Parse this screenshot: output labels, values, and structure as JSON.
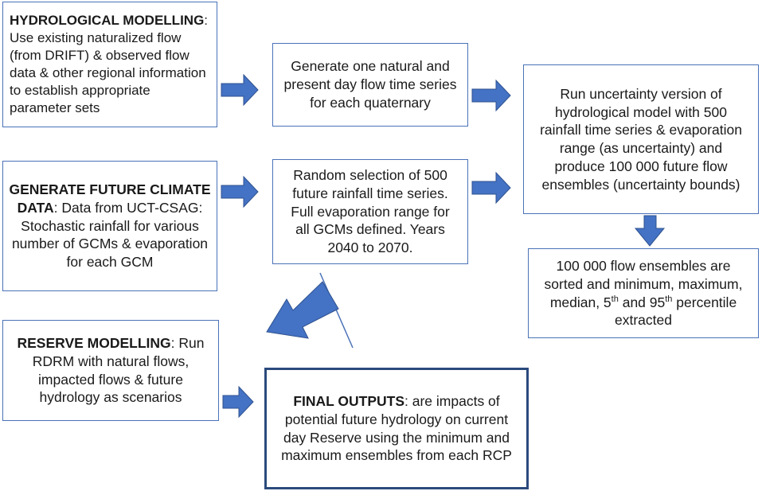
{
  "boxes": {
    "hydro": {
      "lead": "HYDROLOGICAL MODELLING",
      "text": ": Use existing naturalized flow (from DRIFT) & observed flow data & other regional information to establish appropriate parameter sets"
    },
    "generate_flow": {
      "text": "Generate one natural and present day flow time series for each quaternary"
    },
    "uncertainty": {
      "text": "Run uncertainty version of hydrological model with 500 rainfall time series & evaporation range (as uncertainty) and produce 100 000  future flow ensembles (uncertainty bounds)"
    },
    "climate": {
      "lead": "GENERATE FUTURE CLIMATE DATA",
      "text": ": Data from UCT-CSAG: Stochastic rainfall for various number of GCMs & evaporation for each GCM"
    },
    "random": {
      "text": "Random selection of 500 future rainfall time series. Full evaporation range for all GCMs defined. Years 2040 to 2070."
    },
    "ensembles": {
      "text_a": "100 000 flow ensembles are sorted and minimum, maximum, median, 5",
      "sup_a": "th",
      "text_b": " and 95",
      "sup_b": "th",
      "text_c": " percentile extracted"
    },
    "reserve": {
      "lead": "RESERVE MODELLING",
      "text": ": Run RDRM with natural flows, impacted flows & future hydrology as scenarios"
    },
    "final": {
      "lead": "FINAL OUTPUTS",
      "text": ":  are impacts of potential future hydrology on current day Reserve using the minimum and maximum ensembles from each RCP"
    }
  },
  "colors": {
    "arrow_fill": "#4472c4",
    "arrow_stroke": "#2f528f",
    "box_border": "#4a72b8",
    "final_border": "#2b4a7c"
  }
}
